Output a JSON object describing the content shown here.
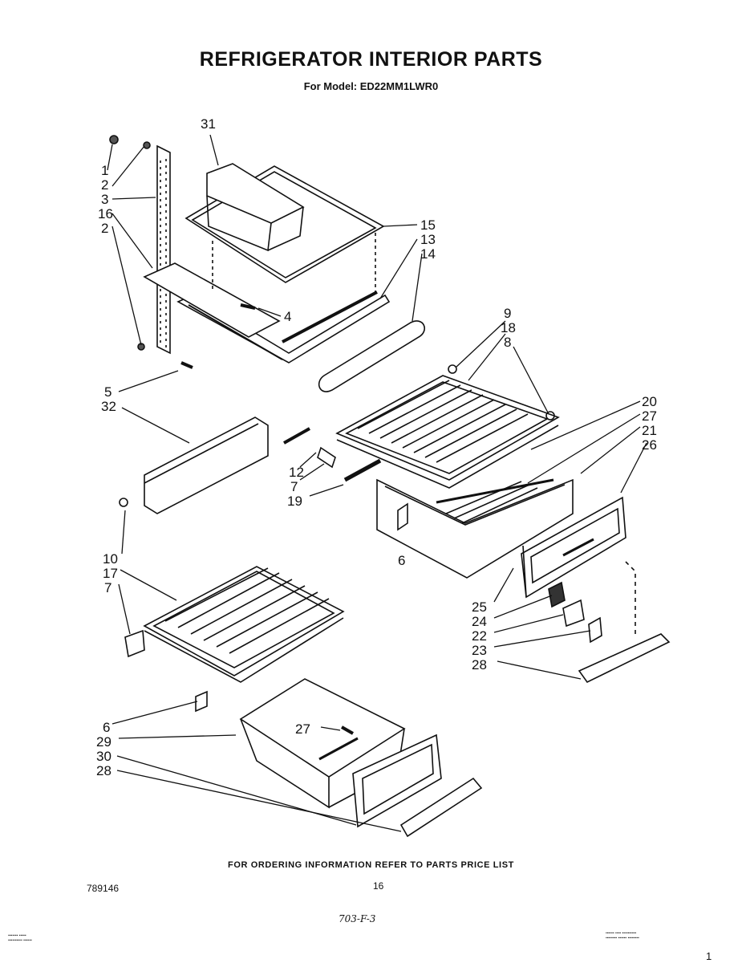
{
  "header": {
    "title": "REFRIGERATOR INTERIOR PARTS",
    "model_line": "For Model: ED22MM1LWR0"
  },
  "callouts": {
    "c31": "31",
    "c1": "1",
    "c2a": "2",
    "c3": "3",
    "c16": "16",
    "c2b": "2",
    "c15": "15",
    "c13": "13",
    "c14": "14",
    "c4": "4",
    "c5": "5",
    "c32": "32",
    "c9": "9",
    "c18": "18",
    "c8": "8",
    "c20": "20",
    "c27a": "27",
    "c21": "21",
    "c26": "26",
    "c12": "12",
    "c7a": "7",
    "c19": "19",
    "c6a": "6",
    "c10": "10",
    "c17": "17",
    "c7b": "7",
    "c25": "25",
    "c24": "24",
    "c22": "22",
    "c23": "23",
    "c28a": "28",
    "c6b": "6",
    "c29": "29",
    "c27b": "27",
    "c30": "30",
    "c28b": "28"
  },
  "footer": {
    "ordering_note": "FOR ORDERING INFORMATION REFER TO PARTS PRICE LIST",
    "doc_number": "789146",
    "page_number": "16",
    "handwritten_code": "703-F-3",
    "corner_mark": "1"
  }
}
